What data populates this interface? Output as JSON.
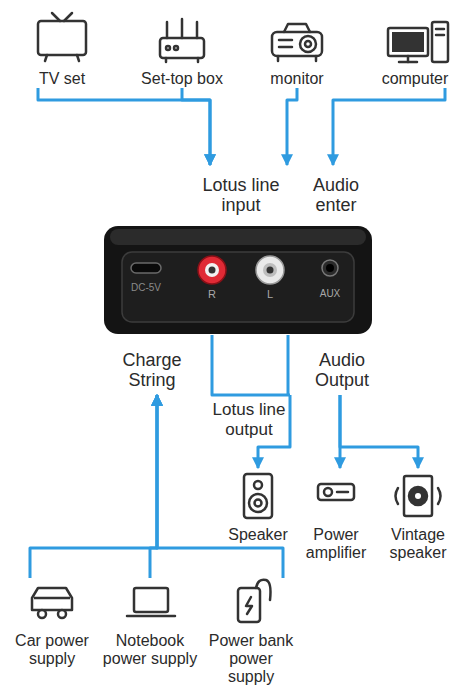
{
  "diagram": {
    "nodes": [
      {
        "text": [
          "TV set"
        ]
      },
      {
        "text": [
          "Set-top box"
        ]
      },
      {
        "text": [
          "monitor"
        ]
      },
      {
        "text": [
          "computer"
        ]
      },
      {
        "text": [
          "Lotus line input",
          "Audio enter",
          "DC-5V",
          "R",
          "L",
          "AUX",
          "Charge String",
          "Lotus line output",
          "Audio Output"
        ]
      },
      {
        "text": [
          "Speaker"
        ]
      },
      {
        "text": [
          "Power amplifier"
        ]
      },
      {
        "text": [
          "Vintage speaker"
        ]
      },
      {
        "text": [
          "Car power supply"
        ]
      },
      {
        "text": [
          "Notebook power supply"
        ]
      },
      {
        "text": [
          "Power bank power supply"
        ]
      }
    ],
    "edges": [
      {
        "from": 0,
        "to": 4,
        "arrow": "to"
      },
      {
        "from": 1,
        "to": 4,
        "arrow": "to"
      },
      {
        "from": 2,
        "to": 4,
        "arrow": "to"
      },
      {
        "from": 3,
        "to": 4,
        "arrow": "to"
      },
      {
        "from": 4,
        "to": 5,
        "arrow": "to"
      },
      {
        "from": 4,
        "to": 6,
        "arrow": "to"
      },
      {
        "from": 4,
        "to": 7,
        "arrow": "to"
      },
      {
        "from": 8,
        "to": 4,
        "arrow": "to"
      },
      {
        "from": 9,
        "to": 4,
        "arrow": "to"
      },
      {
        "from": 10,
        "to": 4,
        "arrow": "to"
      }
    ]
  }
}
